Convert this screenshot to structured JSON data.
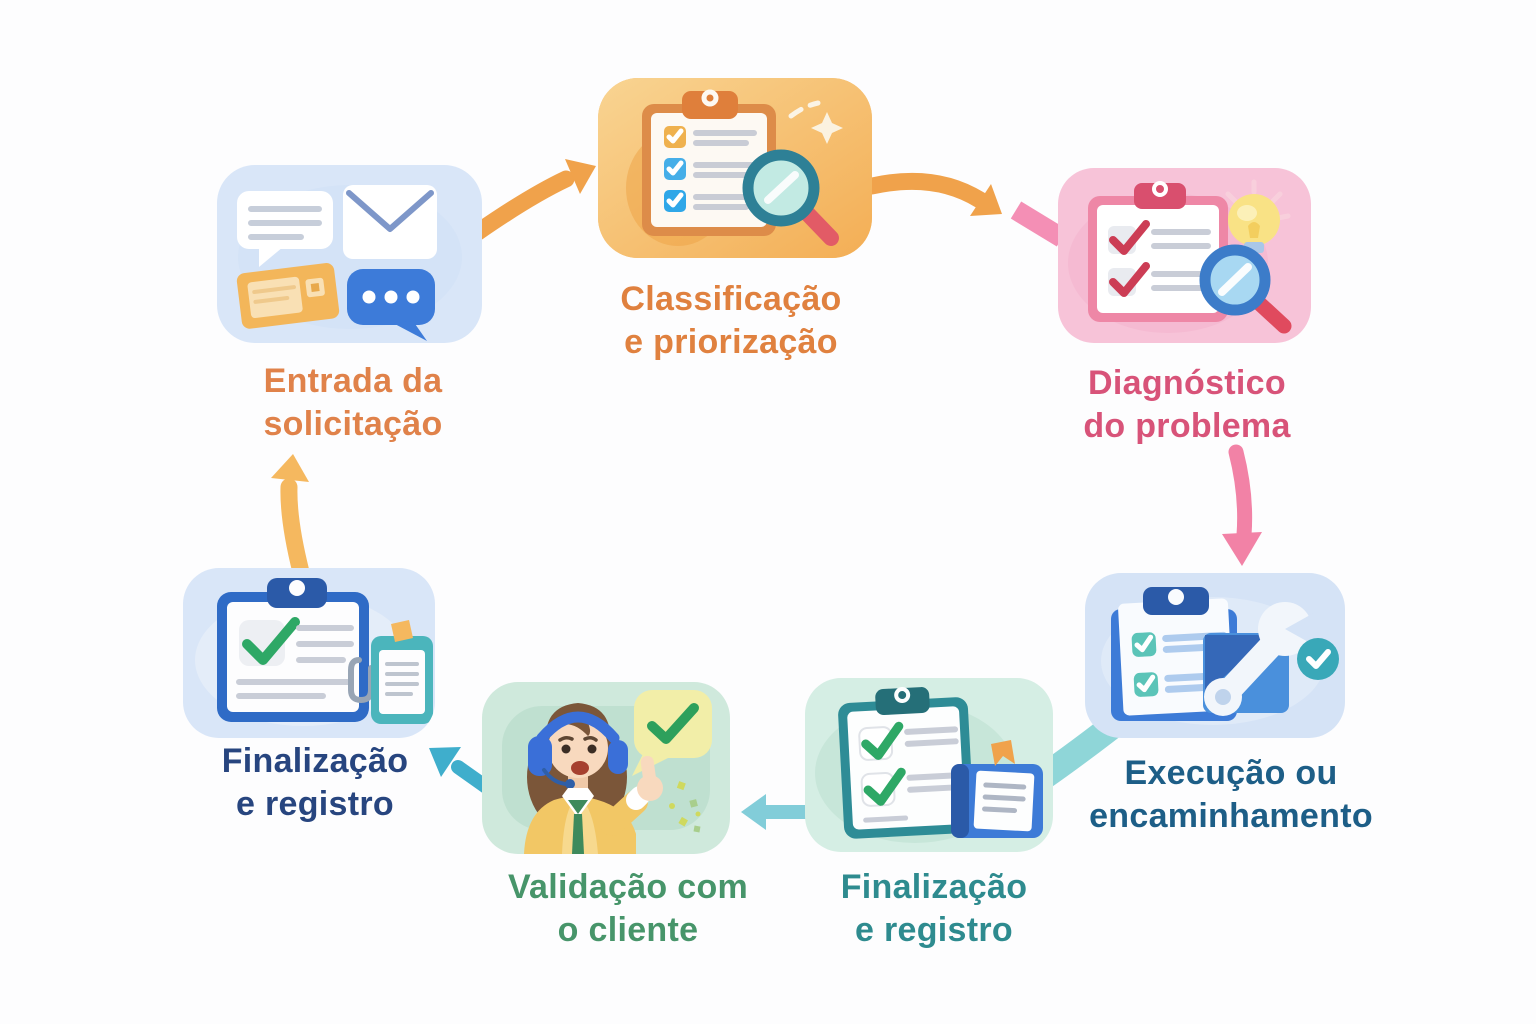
{
  "page": {
    "background_color": "#FDFDFE"
  },
  "diagram": {
    "steps": [
      {
        "id": "entrada-da-solicitacao",
        "label_lines": [
          "Entrada da",
          "solicitação"
        ],
        "box_color": "#D9E6F8",
        "label_color": "#E0824A"
      },
      {
        "id": "classificacao-e-priorizacao",
        "label_lines": [
          "Classificação",
          "e priorização"
        ],
        "box_color": "#F6C072",
        "label_color": "#E0813F"
      },
      {
        "id": "diagnostico-do-problema",
        "label_lines": [
          "Diagnóstico",
          "do problema"
        ],
        "box_color": "#F7C3D8",
        "label_color": "#D85379"
      },
      {
        "id": "execucao-ou-encaminhamento",
        "label_lines": [
          "Execução ou",
          "encaminhamento"
        ],
        "box_color": "#D5E3F6",
        "label_color": "#1D5E87"
      },
      {
        "id": "finalizacao-e-registro-inferior",
        "label_lines": [
          "Finalização",
          "e registro"
        ],
        "box_color": "#D5EEE4",
        "label_color": "#2E8B8F"
      },
      {
        "id": "validacao-com-o-cliente",
        "label_lines": [
          "Validação com",
          "o cliente"
        ],
        "box_color": "#CFE9DC",
        "label_color": "#47956A"
      },
      {
        "id": "finalizacao-e-registro-esquerda",
        "label_lines": [
          "Finalização",
          "e registro"
        ],
        "box_color": "#D9E6F8",
        "label_color": "#27457F"
      }
    ],
    "arrows": [
      {
        "id": "entrada-para-classificacao",
        "color": "#F0A24B"
      },
      {
        "id": "classificacao-para-diagnostico",
        "color": "#F0A24B",
        "stub_color": "#F48FB5"
      },
      {
        "id": "diagnostico-para-execucao",
        "color": "#F282A6"
      },
      {
        "id": "execucao-para-finalizacao",
        "color": "#8FD6D8"
      },
      {
        "id": "finalizacao-para-validacao",
        "color": "#82CDD9"
      },
      {
        "id": "validacao-para-finalizacao-esquerda",
        "color": "#3FAECC"
      },
      {
        "id": "finalizacao-esquerda-para-entrada",
        "color": "#F5B85F"
      }
    ]
  }
}
